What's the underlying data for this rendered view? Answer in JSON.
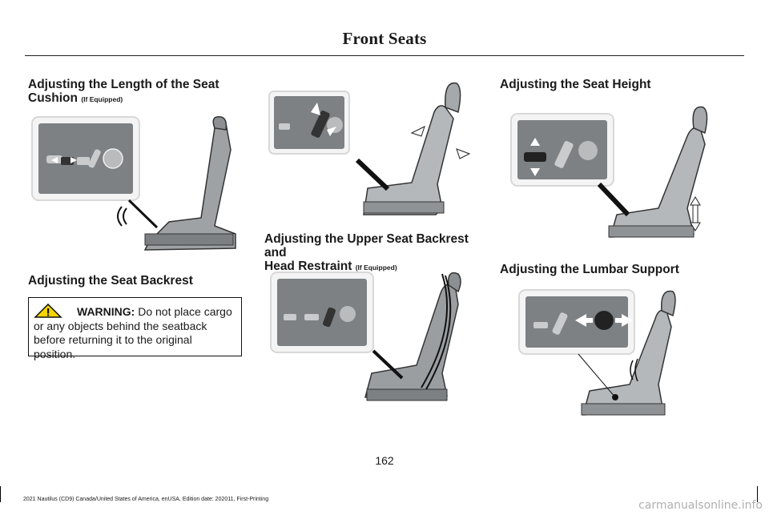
{
  "header": {
    "title": "Front Seats"
  },
  "left_column": {
    "section1": {
      "heading": "Adjusting the Length of the Seat Cushion",
      "heading_line1": "Adjusting the Length of the Seat",
      "heading_line2": "Cushion",
      "equipped_note": "(If Equipped)"
    },
    "section2": {
      "heading": "Adjusting the Seat Backrest"
    },
    "warning": {
      "label": "WARNING:",
      "text": " Do not place cargo or any objects behind the seatback before returning it to the original position."
    }
  },
  "middle_column": {
    "section3": {
      "heading": "Adjusting the Upper Seat Backrest and Head Restraint",
      "heading_line1": "Adjusting the Upper Seat Backrest and",
      "heading_line2": "Head Restraint",
      "equipped_note": "(If Equipped)"
    }
  },
  "right_column": {
    "section4": {
      "heading": "Adjusting the Seat Height"
    },
    "section5": {
      "heading": "Adjusting the Lumbar Support"
    }
  },
  "footer": {
    "page_number": "162",
    "edition": "2021 Nautilus (CD9) Canada/United States of America, enUSA, Edition date: 202011, First-Printing",
    "watermark": "carmanualsonline.info"
  },
  "colors": {
    "text": "#1a1a1a",
    "seat": "#a9adb0",
    "panel": "#7d8184",
    "arrow": "#ffffff"
  }
}
